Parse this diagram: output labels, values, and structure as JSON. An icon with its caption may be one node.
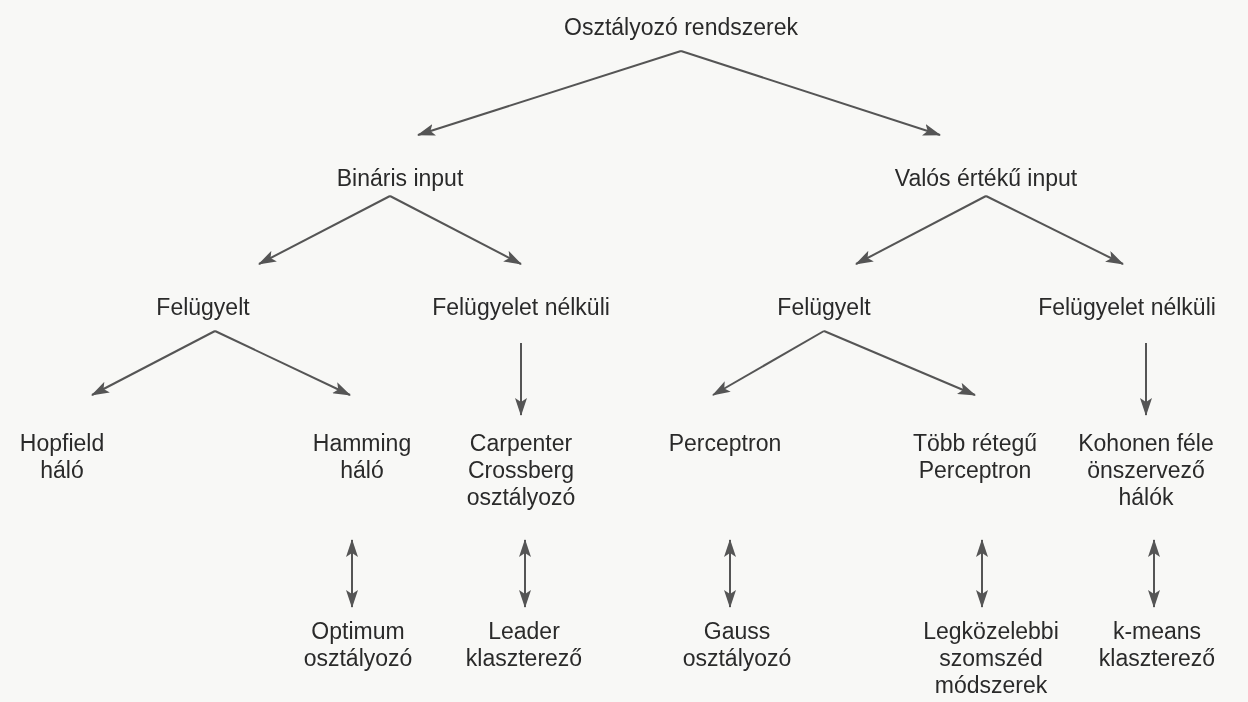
{
  "diagram": {
    "nodes": [
      {
        "text": [
          "Osztályozó rendszerek"
        ]
      },
      {
        "text": [
          "Bináris input"
        ]
      },
      {
        "text": [
          "Valós értékű input"
        ]
      },
      {
        "text": [
          "Felügyelt"
        ]
      },
      {
        "text": [
          "Felügyelet nélküli"
        ]
      },
      {
        "text": [
          "Felügyelt"
        ]
      },
      {
        "text": [
          "Felügyelet nélküli"
        ]
      },
      {
        "text": [
          "Hopfield háló"
        ]
      },
      {
        "text": [
          "Hamming háló"
        ]
      },
      {
        "text": [
          "Carpenter Crossberg osztályozó"
        ]
      },
      {
        "text": [
          "Perceptron"
        ]
      },
      {
        "text": [
          "Több rétegű Perceptron"
        ]
      },
      {
        "text": [
          "Kohonen féle önszervező hálók"
        ]
      },
      {
        "text": [
          "Optimum osztályozó"
        ]
      },
      {
        "text": [
          "Leader klaszterező"
        ]
      },
      {
        "text": [
          "Gauss osztályozó"
        ]
      },
      {
        "text": [
          "Legközelebbi szomszéd módszerek"
        ]
      },
      {
        "text": [
          "k-means klaszterező"
        ]
      }
    ],
    "edges": [
      {
        "from": 0,
        "to": 1,
        "arrow": "to"
      },
      {
        "from": 0,
        "to": 2,
        "arrow": "to"
      },
      {
        "from": 1,
        "to": 3,
        "arrow": "to"
      },
      {
        "from": 1,
        "to": 4,
        "arrow": "to"
      },
      {
        "from": 2,
        "to": 5,
        "arrow": "to"
      },
      {
        "from": 2,
        "to": 6,
        "arrow": "to"
      },
      {
        "from": 3,
        "to": 7,
        "arrow": "to"
      },
      {
        "from": 3,
        "to": 8,
        "arrow": "to"
      },
      {
        "from": 4,
        "to": 9,
        "arrow": "to"
      },
      {
        "from": 5,
        "to": 10,
        "arrow": "to"
      },
      {
        "from": 5,
        "to": 11,
        "arrow": "to"
      },
      {
        "from": 6,
        "to": 12,
        "arrow": "to"
      },
      {
        "from": 8,
        "to": 13,
        "arrow": "both"
      },
      {
        "from": 9,
        "to": 14,
        "arrow": "both"
      },
      {
        "from": 10,
        "to": 15,
        "arrow": "both"
      },
      {
        "from": 11,
        "to": 16,
        "arrow": "both"
      },
      {
        "from": 12,
        "to": 17,
        "arrow": "both"
      }
    ]
  }
}
